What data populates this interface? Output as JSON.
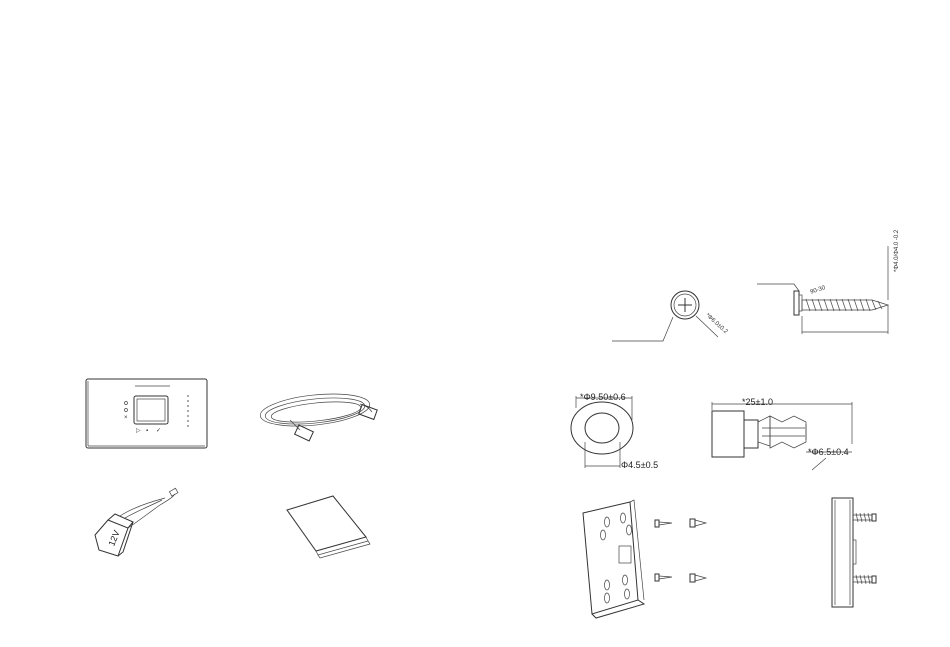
{
  "drawings": {
    "screw_top": {
      "dim_head": "*Φ6.0±0.2"
    },
    "screw_side": {
      "dim_length": "*Φ4.0/Φ4.0 -0.2",
      "dim_angle": "90-30"
    },
    "anchor_end": {
      "dim_outer": "*Φ9.50±0.6",
      "dim_inner": "Φ4.5±0.5"
    },
    "anchor_side": {
      "dim_length": "*25±1.0",
      "dim_dia": "*Φ6.5±0.4"
    }
  },
  "products": {
    "adapter_text": "12V"
  }
}
